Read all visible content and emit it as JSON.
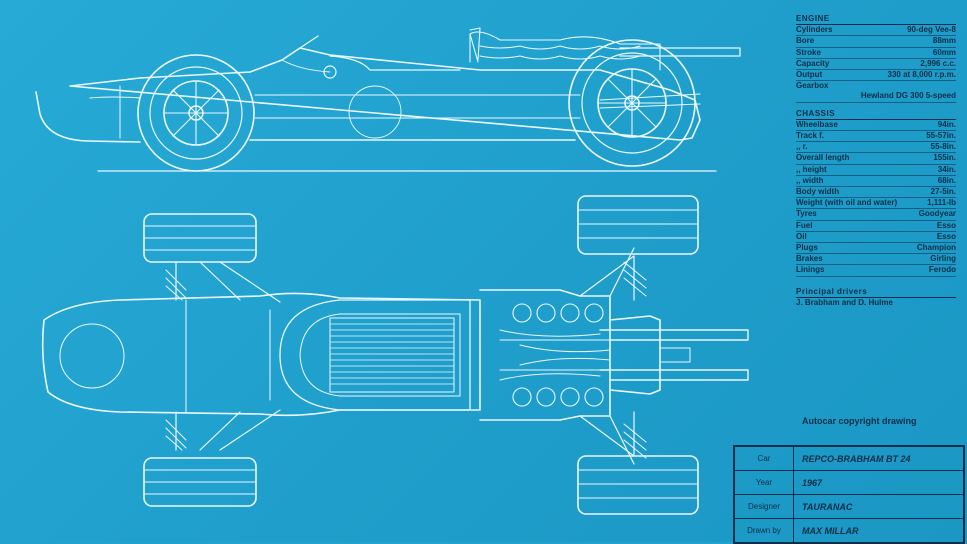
{
  "engine": {
    "heading": "ENGINE",
    "rows": [
      {
        "label": "Cylinders",
        "value": "90-deg Vee-8"
      },
      {
        "label": "Bore",
        "value": "88mm"
      },
      {
        "label": "Stroke",
        "value": "60mm"
      },
      {
        "label": "Capacity",
        "value": "2,996 c.c."
      },
      {
        "label": "Output",
        "value": "330 at 8,000 r.p.m."
      }
    ],
    "gearbox_label": "Gearbox",
    "gearbox_value": "Hewland DG 300 5-speed"
  },
  "chassis": {
    "heading": "CHASSIS",
    "rows": [
      {
        "label": "Wheelbase",
        "value": "94in."
      },
      {
        "label": "Track f.",
        "value": "55-57in."
      },
      {
        "label": ",, r.",
        "value": "55-8in."
      },
      {
        "label": "Overall length",
        "value": "155in."
      },
      {
        "label": ",, height",
        "value": "34in."
      },
      {
        "label": ",, width",
        "value": "68in."
      },
      {
        "label": "Body width",
        "value": "27-5in."
      },
      {
        "label": "Weight (with oil and water)",
        "value": "1,111-lb"
      },
      {
        "label": "Tyres",
        "value": "Goodyear"
      },
      {
        "label": "Fuel",
        "value": "Esso"
      },
      {
        "label": "Oil",
        "value": "Esso"
      },
      {
        "label": "Plugs",
        "value": "Champion"
      },
      {
        "label": "Brakes",
        "value": "Girling"
      },
      {
        "label": "Linings",
        "value": "Ferodo"
      }
    ]
  },
  "drivers": {
    "heading": "Principal drivers",
    "names": "J. Brabham and D. Hulme"
  },
  "credit": "Autocar copyright drawing",
  "title_block": [
    {
      "label": "Car",
      "value": "REPCO-BRABHAM BT 24"
    },
    {
      "label": "Year",
      "value": "1967"
    },
    {
      "label": "Designer",
      "value": "TAURANAC"
    },
    {
      "label": "Drawn by",
      "value": "MAX MILLAR"
    }
  ]
}
